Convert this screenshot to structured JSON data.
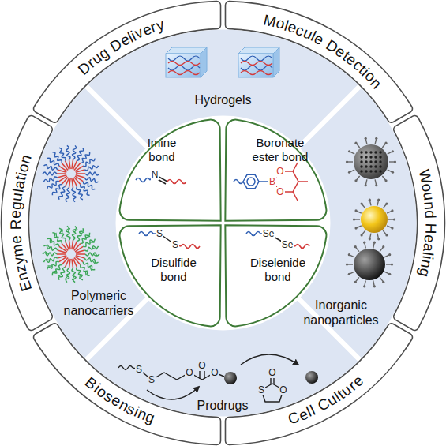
{
  "diagram": {
    "nodes": [
      {
        "text": [
          "Drug Delivery"
        ]
      },
      {
        "text": [
          "Molecule Detection"
        ]
      },
      {
        "text": [
          "Wound Healing"
        ]
      },
      {
        "text": [
          "Cell Culture"
        ]
      },
      {
        "text": [
          "Biosensing"
        ]
      },
      {
        "text": [
          "Enzyme Regulation"
        ]
      },
      {
        "text": [
          "Hydrogels"
        ]
      },
      {
        "text": [
          "Polymeric nanocarriers"
        ]
      },
      {
        "text": [
          "Inorganic nanoparticles"
        ]
      },
      {
        "text": [
          "Prodrugs"
        ]
      },
      {
        "text": [
          "Imine bond"
        ]
      },
      {
        "text": [
          "Boronate ester bond"
        ]
      },
      {
        "text": [
          "Disulfide bond"
        ]
      },
      {
        "text": [
          "Diselenide bond"
        ]
      }
    ],
    "labels": [
      "N",
      "B",
      "O",
      "O",
      "S",
      "S",
      "Se",
      "Se",
      "S",
      "S",
      "O",
      "O",
      "O",
      "S",
      "O",
      "O"
    ]
  }
}
